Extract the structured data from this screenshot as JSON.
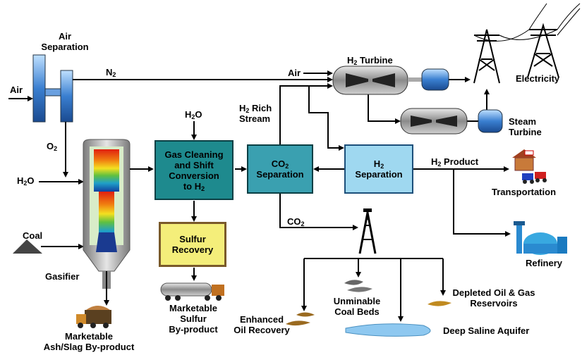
{
  "labels": {
    "air_separation": [
      "Air",
      "Separation"
    ],
    "air_in": "Air",
    "n2": [
      "N",
      "2"
    ],
    "o2": [
      "O",
      "2"
    ],
    "h2o_left": [
      "H",
      "2",
      "O"
    ],
    "coal": "Coal",
    "gasifier": "Gasifier",
    "ash": [
      "Marketable",
      "Ash/Slag By-product"
    ],
    "h2o_top": [
      "H",
      "2",
      "O"
    ],
    "gas_cleaning": [
      "Gas Cleaning",
      "and Shift",
      "Conversion",
      "to H",
      "2"
    ],
    "sulfur_recovery": [
      "Sulfur",
      "Recovery"
    ],
    "sulfur_byproduct": [
      "Marketable",
      "Sulfur",
      "By-product"
    ],
    "h2_rich": [
      "H",
      "2",
      " Rich",
      "Stream"
    ],
    "co2_separation": [
      "CO",
      "2",
      "Separation"
    ],
    "h2_separation": [
      "H",
      "2",
      "Separation"
    ],
    "air_turbine": "Air",
    "h2_turbine": [
      "H",
      "2",
      " Turbine"
    ],
    "electricity": "Electricity",
    "steam_turbine": [
      "Steam",
      "Turbine"
    ],
    "h2_product": [
      "H",
      "2",
      " Product"
    ],
    "transportation": "Transportation",
    "refinery": "Refinery",
    "co2": [
      "CO",
      "2"
    ],
    "enhanced_oil": [
      "Enhanced",
      "Oil Recovery"
    ],
    "unminable": [
      "Unminable",
      "Coal Beds"
    ],
    "depleted": [
      "Depleted Oil & Gas",
      "Reservoirs"
    ],
    "saline": "Deep Saline Aquifer"
  },
  "colors": {
    "teal": "#1e8a8e",
    "light_blue": "#9fd8f0",
    "yellow": "#f4ee7a",
    "line": "#000000"
  }
}
